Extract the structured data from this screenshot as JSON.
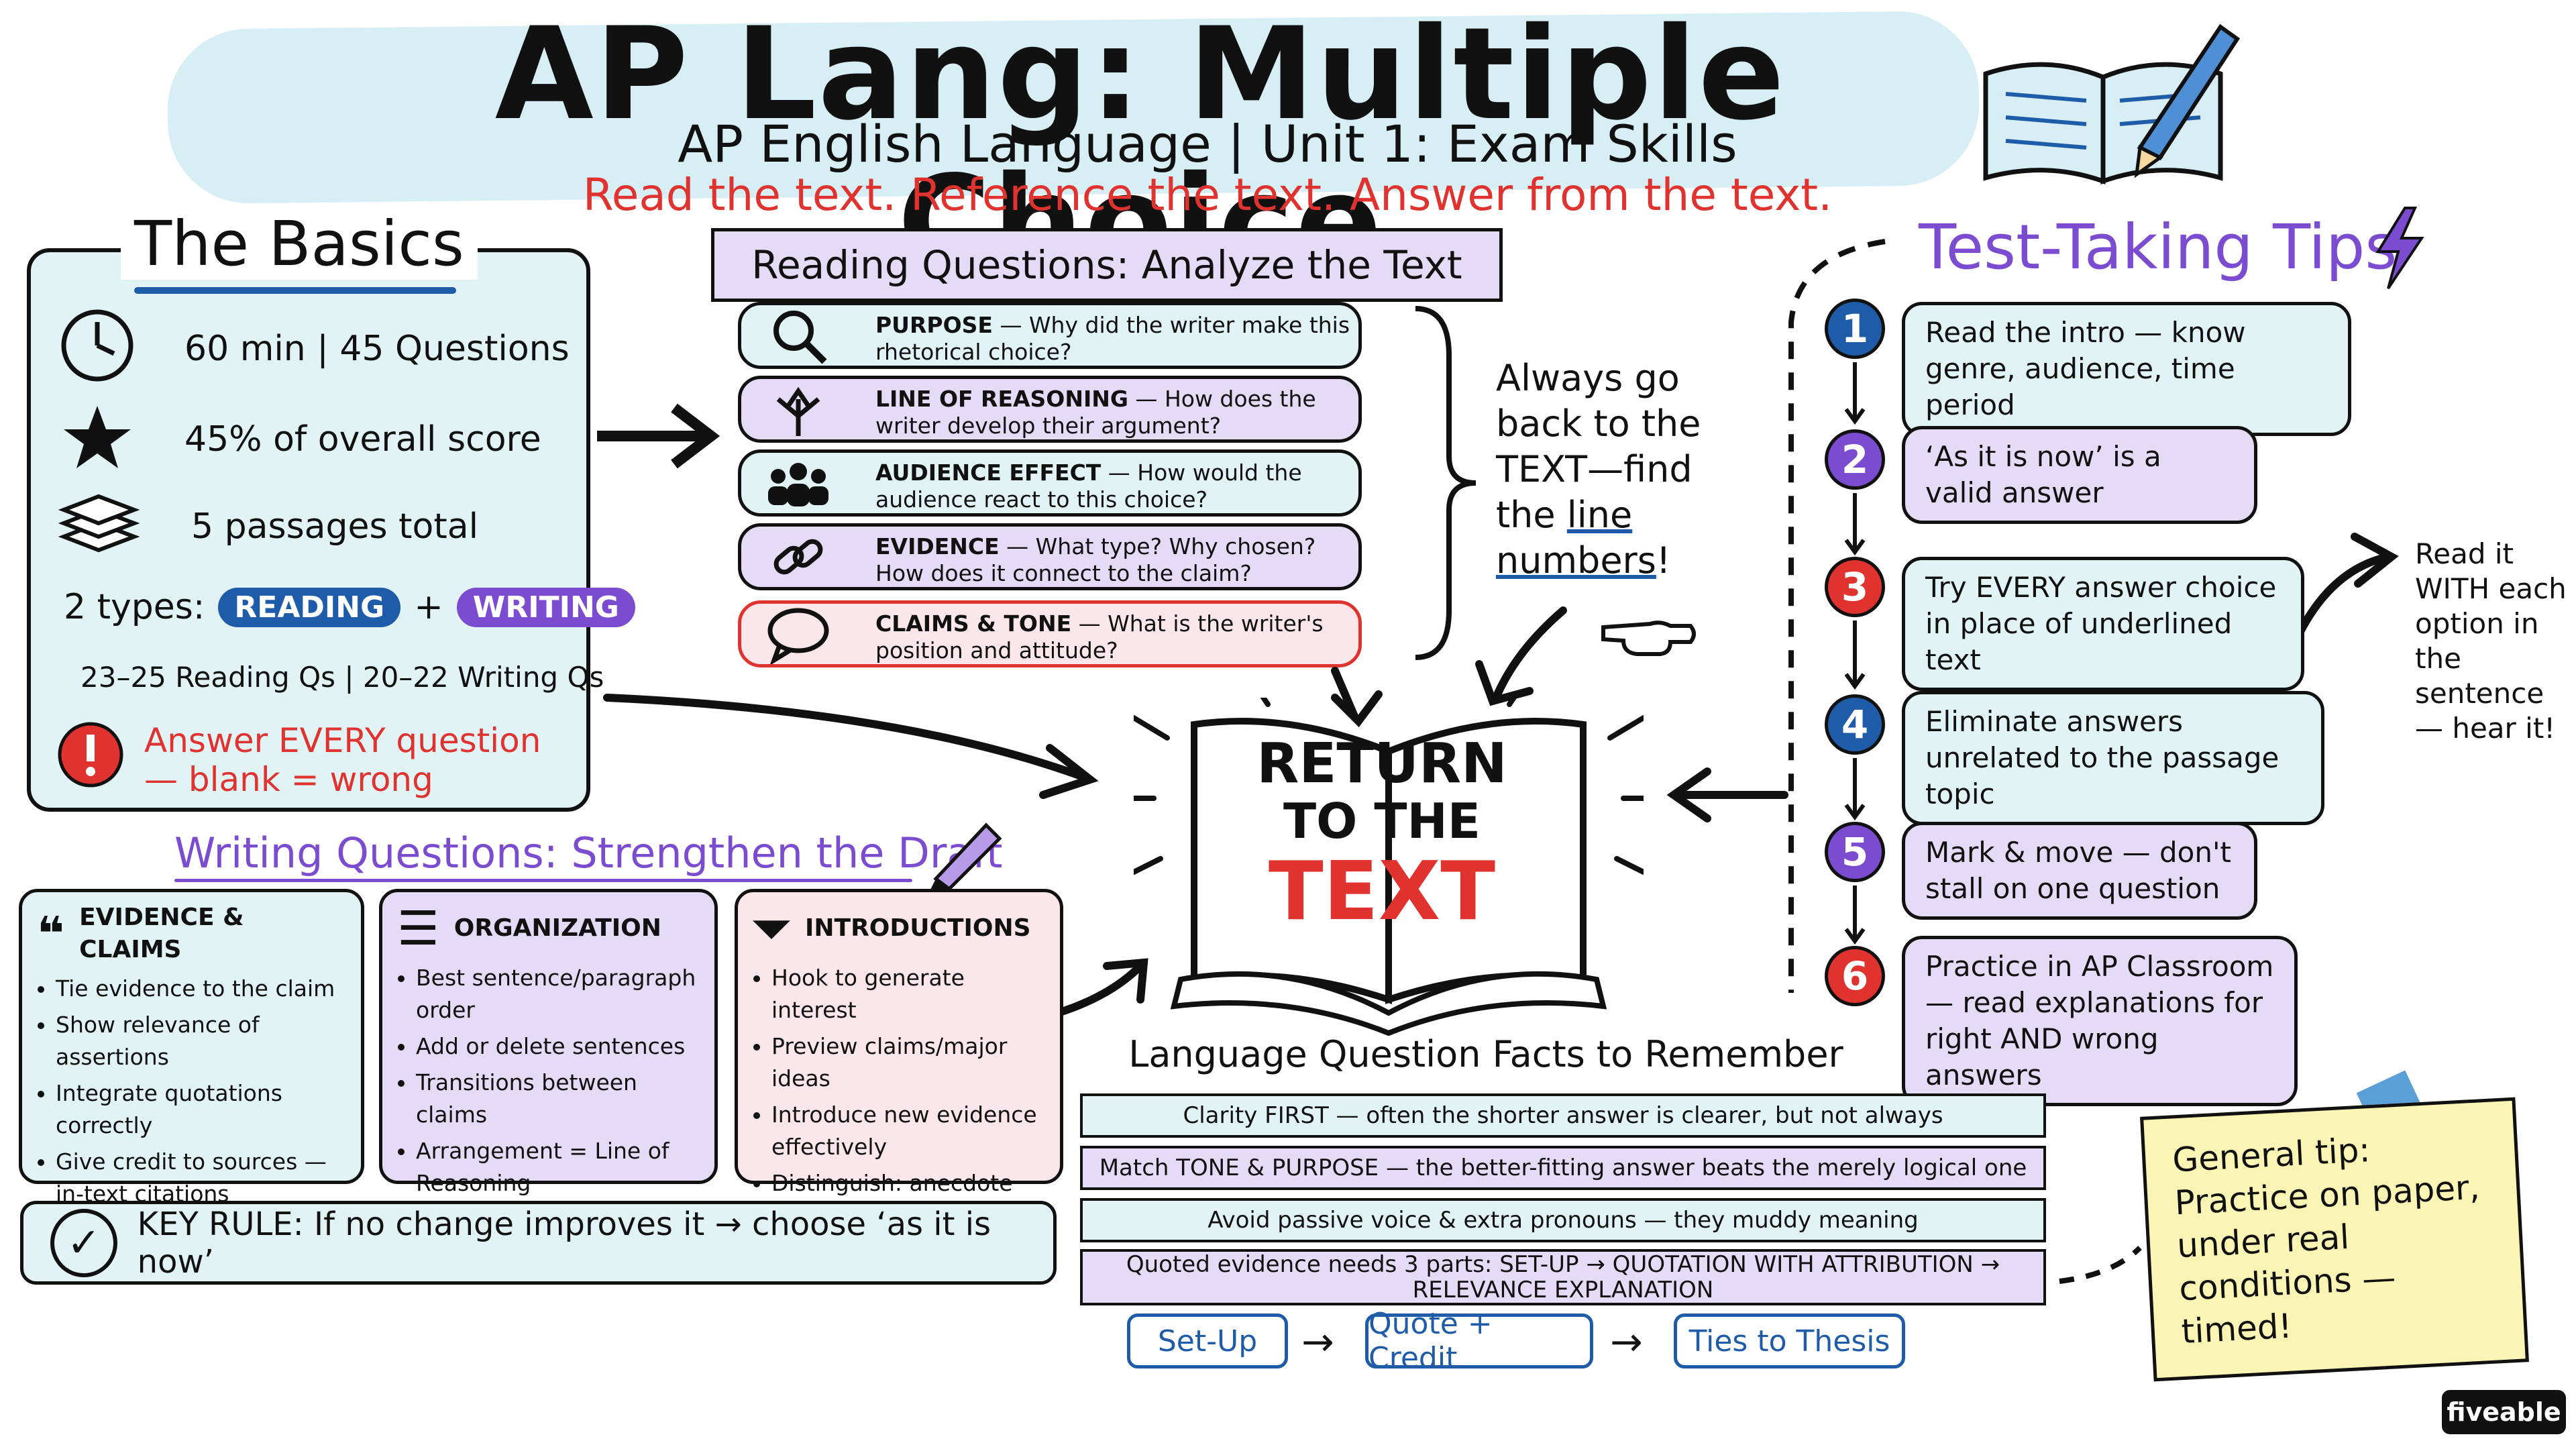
{
  "header": {
    "title": "AP Lang: Multiple Choice",
    "subtitle": "AP English Language | Unit 1: Exam Skills",
    "motto": "Read the text. Reference the text. Answer from the text."
  },
  "basics": {
    "title": "The Basics",
    "time": "60 min | 45 Questions",
    "score": "45% of overall score",
    "passages": "5 passages total",
    "types_label": "2 types:",
    "type_reading": "READING",
    "plus": "+",
    "type_writing": "WRITING",
    "split": "23–25 Reading Qs | 20–22 Writing Qs",
    "warning": "Answer EVERY question — blank = wrong"
  },
  "reading": {
    "title": "Reading Questions: Analyze the Text",
    "items": [
      {
        "key": "PURPOSE",
        "text": " — Why did the writer make this rhetorical choice?"
      },
      {
        "key": "LINE OF REASONING",
        "text": " — How does the writer develop their argument?"
      },
      {
        "key": "AUDIENCE EFFECT",
        "text": " — How would the audience react to this choice?"
      },
      {
        "key": "EVIDENCE",
        "text": " — What type? Why chosen? How does it connect to the claim?"
      },
      {
        "key": "CLAIMS & TONE",
        "text": " — What is the writer's position and attitude?"
      }
    ],
    "always_1": "Always go back to the TEXT—find the ",
    "always_2": "line numbers",
    "always_3": "!"
  },
  "center": {
    "line1": "RETURN",
    "line2": "TO THE",
    "line3": "TEXT"
  },
  "tips": {
    "title": "Test-Taking Tips",
    "items": [
      {
        "num": "1",
        "text": "Read the intro — know genre, audience, time period"
      },
      {
        "num": "2",
        "text": "‘As it is now’ is a valid answer"
      },
      {
        "num": "3",
        "text": "Try EVERY answer choice in place of underlined text"
      },
      {
        "num": "4",
        "text": "Eliminate answers unrelated to the passage topic"
      },
      {
        "num": "5",
        "text": "Mark & move — don't stall on one question"
      },
      {
        "num": "6",
        "text": "Practice in AP Classroom — read explanations for right AND wrong answers"
      }
    ],
    "side_note": "Read it WITH each option in the sentence — hear it!"
  },
  "writing": {
    "title": "Writing Questions: Strengthen the Draft",
    "cols": [
      {
        "head": "EVIDENCE & CLAIMS",
        "items": [
          "Tie evidence to the claim",
          "Show relevance of assertions",
          "Integrate quotations correctly",
          "Give credit to sources — in-text citations"
        ]
      },
      {
        "head": "ORGANIZATION",
        "items": [
          "Best sentence/paragraph order",
          "Add or delete sentences",
          "Transitions between claims",
          "Arrangement = Line of Reasoning"
        ]
      },
      {
        "head": "INTRODUCTIONS",
        "items": [
          "Hook to generate interest",
          "Preview claims/major ideas",
          "Introduce new evidence effectively",
          "Distinguish: anecdote vs. statistics"
        ]
      }
    ],
    "key_rule": "KEY RULE: If no change improves it → choose ‘as it is now’"
  },
  "language": {
    "title": "Language Question Facts to Remember",
    "facts": [
      "Clarity FIRST — often the shorter answer is clearer, but not always",
      "Match TONE & PURPOSE — the better-fitting answer beats the merely logical one",
      "Avoid passive voice & extra pronouns — they muddy meaning",
      "Quoted evidence needs 3 parts: SET-UP → QUOTATION WITH ATTRIBUTION → RELEVANCE EXPLANATION"
    ],
    "flow": [
      "Set-Up",
      "Quote + Credit",
      "Ties to Thesis"
    ]
  },
  "sticky": {
    "text": "General tip: Practice on paper, under real conditions — timed!"
  },
  "brand": {
    "logo": "fiveable"
  },
  "colors": {
    "teal_bg": "#e2f3f6",
    "lavender_bg": "#e4dbf7",
    "pink_bg": "#fbe7ea",
    "red": "#e0332f",
    "blue": "#1e5ba8",
    "purple": "#7b4bd0"
  }
}
